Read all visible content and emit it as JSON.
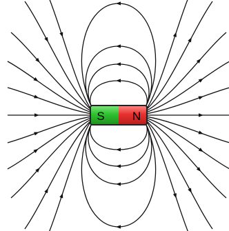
{
  "diagram": {
    "magnet": {
      "south_label": "S",
      "north_label": "N"
    },
    "colors": {
      "south": "#2fc12f",
      "north": "#e8312f",
      "line": "#111111",
      "outline": "#222222",
      "background": "#ffffff"
    },
    "field_lines": {
      "loop_count_per_side": 4,
      "open_lines_per_side": 6,
      "direction": "north-to-south"
    }
  }
}
